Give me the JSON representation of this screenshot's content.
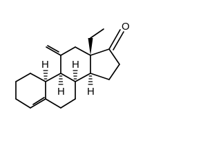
{
  "atom_labels": {
    "oxygen": "O",
    "h_c9": "H",
    "h_c10": "H",
    "h_c8": "H",
    "h_c14": "H"
  }
}
